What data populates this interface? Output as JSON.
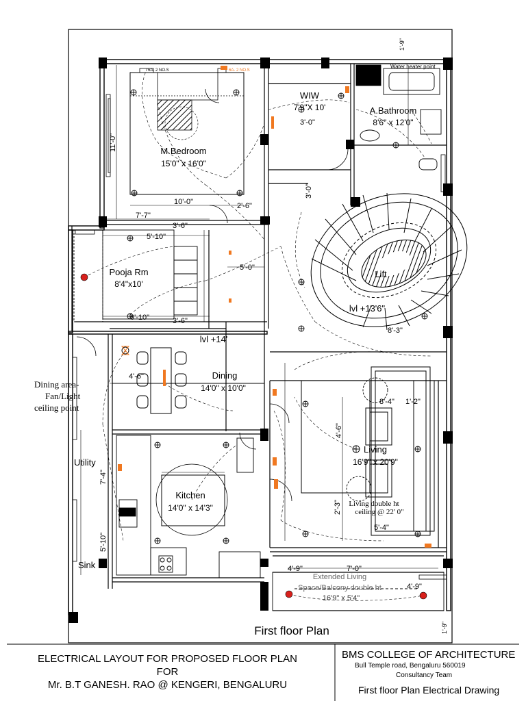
{
  "rooms": {
    "wiw": {
      "name": "WIW",
      "size": "7'9\"X 10'"
    },
    "bathroom": {
      "name": "A.Bathroom",
      "size": "8'6\" x 12'0\""
    },
    "bedroom": {
      "name": "M.Bedroom",
      "size": "15'0\" x 16'0\""
    },
    "pooja": {
      "name": "Pooja Rm",
      "size": "8'4\"x10'"
    },
    "lift": {
      "name": "Lift",
      "level": "lvl +13'6\""
    },
    "dining": {
      "name": "Dining",
      "size": "14'0\" x 10'0\"",
      "level": "lvl +14'"
    },
    "living": {
      "name": "Living",
      "size": "16'9\" x 20'9\"",
      "note_line1": "Living double ht",
      "note_line2": "ceiling @ 22' 0\""
    },
    "kitchen": {
      "name": "Kitchen",
      "size": "14'0\" x 14'3\""
    },
    "utility": {
      "name": "Utility"
    },
    "sink": {
      "name": "Sink"
    },
    "balcony": {
      "name_line1": "Extended Living",
      "name_line2": "Space/Balcony double ht",
      "size": "16'9\" x 5'4\""
    }
  },
  "annotations": {
    "dining_point_line1": "Dining area-",
    "dining_point_line2": "Fan/Light",
    "dining_point_line3": "ceiling point",
    "water_heater": "Water heater point",
    "switch_tag": "6A- 2 NO.S"
  },
  "dimensions": {
    "d1": "1'-9\"",
    "d2": "11'-0\"",
    "d3": "10'-0\"",
    "d4": "2'-6\"",
    "d5": "7'-7\"",
    "d6": "3'-6\"",
    "d7": "5'-10\"",
    "d8": "6'-10\"",
    "d9": "3'-6\"",
    "d10": "5'-0\"",
    "d11": "3'-0\"",
    "d12": "8'-3\"",
    "d13": "4'-6\"",
    "d14": "8'-4\"",
    "d15": "1'-2\"",
    "d16": "5'-4\"",
    "d17": "4'-9\"",
    "d18": "7'-0\"",
    "d19": "4'-9\"",
    "d20": "5'-10\"",
    "d21": "7'-4\"",
    "d22": "4'-6\"",
    "d23": "2'-3\"",
    "d24": "3'-0\"",
    "d25": "1'-9\""
  },
  "drawing_title": "First floor Plan",
  "title_block": {
    "project_line1": "ELECTRICAL LAYOUT FOR PROPOSED FLOOR PLAN",
    "project_line2": "FOR",
    "project_line3": "Mr. B.T GANESH. RAO @ KENGERI, BENGALURU",
    "college": "BMS COLLEGE OF ARCHITECTURE",
    "address": "Bull Temple road, Bengaluru 560019",
    "team": "Consultancy Team",
    "sheet_name": "First floor Plan Electrical Drawing"
  },
  "colors": {
    "ink": "#000000",
    "hatch": "#000000",
    "socket_orange": "#f07820",
    "point_red": "#d8201c"
  }
}
